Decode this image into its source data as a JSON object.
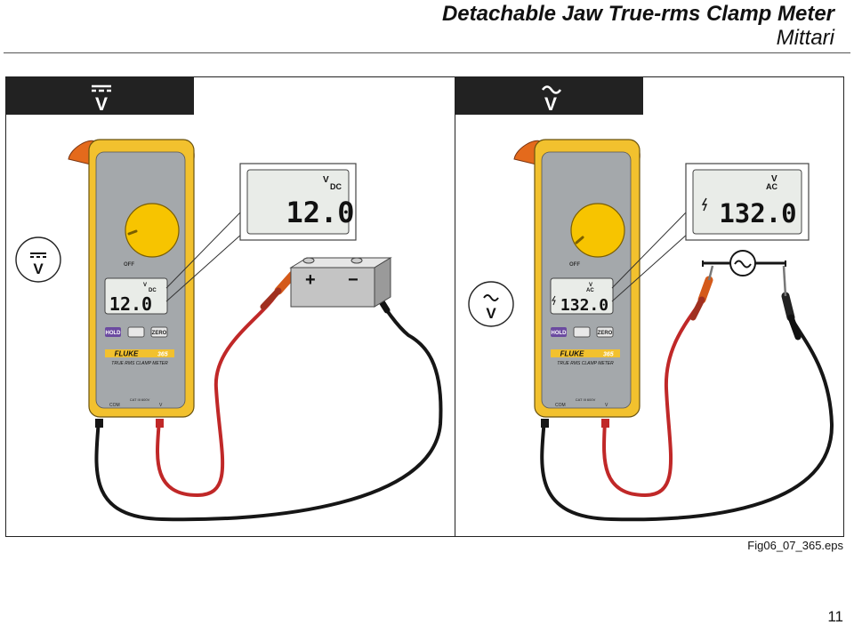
{
  "header": {
    "title": "Detachable Jaw True-rms Clamp Meter",
    "subtitle": "Mittari"
  },
  "panels": [
    {
      "mode_label": "V",
      "mode": "DC",
      "zoom_display": {
        "unit": "V",
        "mode": "DC",
        "reading": "12.0"
      },
      "meter": {
        "unit": "V",
        "mode": "DC",
        "reading": "12.0",
        "brand": "FLUKE",
        "model": "365",
        "model_text": "TRUE RMS CLAMP METER",
        "buttons": [
          "HOLD",
          "ZERO"
        ],
        "dial_off": "OFF",
        "jack_labels": [
          "COM",
          "CAT III 600V",
          "V"
        ]
      },
      "source": {
        "type": "battery",
        "plus": "+",
        "minus": "−"
      }
    },
    {
      "mode_label": "V",
      "mode": "AC",
      "zoom_display": {
        "unit": "V",
        "mode": "AC",
        "reading": "132.0"
      },
      "meter": {
        "unit": "V",
        "mode": "AC",
        "reading": "132.0",
        "brand": "FLUKE",
        "model": "365",
        "model_text": "TRUE RMS CLAMP METER",
        "buttons": [
          "HOLD",
          "ZERO"
        ],
        "dial_off": "OFF",
        "jack_labels": [
          "COM",
          "CAT III 600V",
          "V"
        ]
      },
      "source": {
        "type": "ac-source",
        "symbol": "~"
      }
    }
  ],
  "caption": "Fig06_07_365.eps",
  "page_number": "11",
  "colors": {
    "meter_yellow": "#f2c12e",
    "meter_face": "#a4a8ab",
    "dial_yellow": "#f7c400",
    "jaw_orange": "#e46a1c",
    "lead_red": "#c02828",
    "lead_black": "#161616",
    "hold_button": "#6b4aa0"
  }
}
